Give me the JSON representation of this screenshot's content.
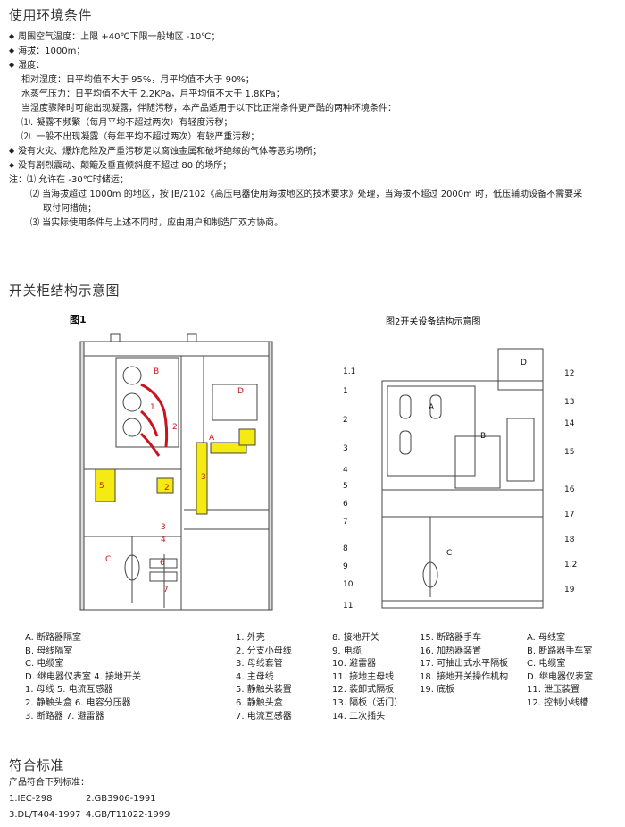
{
  "env": {
    "title": "使用环境条件",
    "items": [
      {
        "bullet": true,
        "text": "周围空气温度：上限 +40℃下限一般地区 -10℃；"
      },
      {
        "bullet": true,
        "text": "海拔：1000m；"
      },
      {
        "bullet": true,
        "text": "湿度："
      },
      {
        "bullet": false,
        "indent": 1,
        "text": "相对湿度：日平均值不大于 95%，月平均值不大于 90%；"
      },
      {
        "bullet": false,
        "indent": 1,
        "text": "水蒸气压力：日平均值不大于 2.2KPa，月平均值不大于 1.8KPa；"
      },
      {
        "bullet": false,
        "indent": 1,
        "text": "当湿度骤降时可能出现凝露，伴随污秽，本产品适用于以下比正常条件更严酷的两种环境条件："
      },
      {
        "bullet": false,
        "indent": 1,
        "text": "⑴. 凝露不频繁（每月平均不超过两次）有轻度污秽；"
      },
      {
        "bullet": false,
        "indent": 1,
        "text": "⑵. 一般不出现凝露（每年平均不超过两次）有较严重污秽；"
      },
      {
        "bullet": true,
        "text": "没有火灾、爆炸危险及严重污秽足以腐蚀金属和破坏绝缘的气体等恶劣场所；"
      },
      {
        "bullet": true,
        "text": "没有剧烈震动、颠簸及垂直倾斜度不超过 80 的场所；"
      },
      {
        "bullet": false,
        "indent": 0,
        "text": "注：⑴ 允许在 -30℃时储运；"
      },
      {
        "bullet": false,
        "indent": 2,
        "text": "⑵ 当海拔超过 1000m 的地区，按 JB/2102《高压电器使用海拔地区的技术要求》处理，当海拔不超过 2000m 时，低压辅助设备不需要采"
      },
      {
        "bullet": false,
        "indent": 3,
        "text": "取付何措施；"
      },
      {
        "bullet": false,
        "indent": 2,
        "text": "⑶ 当实际使用条件与上述不同时，应由用户和制造厂双方协商。"
      }
    ]
  },
  "structure": {
    "title": "开关柜结构示意图",
    "fig1_title": "图1",
    "fig2_title": "图2开关设备结构示意图",
    "fig1_labels": [
      "B",
      "1",
      "2",
      "3",
      "D",
      "A",
      "5",
      "2",
      "3",
      "4",
      "C",
      "6",
      "7"
    ],
    "fig2_labels": {
      "left": [
        "1.1",
        "1",
        "2",
        "3",
        "4",
        "5",
        "6",
        "7",
        "8",
        "9",
        "10",
        "11"
      ],
      "right": [
        "12",
        "13",
        "14",
        "15",
        "16",
        "17",
        "18",
        "1.2",
        "19"
      ],
      "inner": [
        "A",
        "B",
        "C",
        "D"
      ]
    }
  },
  "legend": {
    "col1": [
      "A. 断路器隔室",
      "B. 母线隔室",
      "C. 电缆室",
      "D. 继电器仪表室  4. 接地开关",
      "1. 母线        5. 电流互感器",
      "2. 静触头盒    6. 电容分压器",
      "3. 断路器      7. 避雷器"
    ],
    "col2": [
      "1. 外壳",
      "2. 分支小母线",
      "3. 母线套管",
      "4. 主母线",
      "5. 静触头装置",
      "6. 静触头盒",
      "7. 电流互感器"
    ],
    "col3": [
      "8. 接地开关",
      "9. 电缆",
      "10. 避雷器",
      "11. 接地主母线",
      "12. 装卸式隔板",
      "13. 隔板（活门）",
      "14. 二次插头"
    ],
    "col4": [
      "",
      "",
      "15. 断路器手车",
      "16. 加热器装置",
      "17. 可抽出式水平隔板",
      "18. 接地开关操作机构",
      "19. 底板"
    ],
    "col5": [
      "",
      "A. 母线室",
      "B. 断路器手车室",
      "C. 电缆室",
      "D. 继电器仪表室",
      "11. 泄压装置",
      "12. 控制小线槽"
    ]
  },
  "standards": {
    "title": "符合标准",
    "subtitle": "产品符合下列标准：",
    "items": [
      "1.IEC-298",
      "2.GB3906-1991",
      "3.DL/T404-1997",
      "4.GB/T11022-1999"
    ]
  },
  "colors": {
    "yellow": "#f5ea12",
    "red": "#c8141e",
    "frame": "#444444"
  }
}
